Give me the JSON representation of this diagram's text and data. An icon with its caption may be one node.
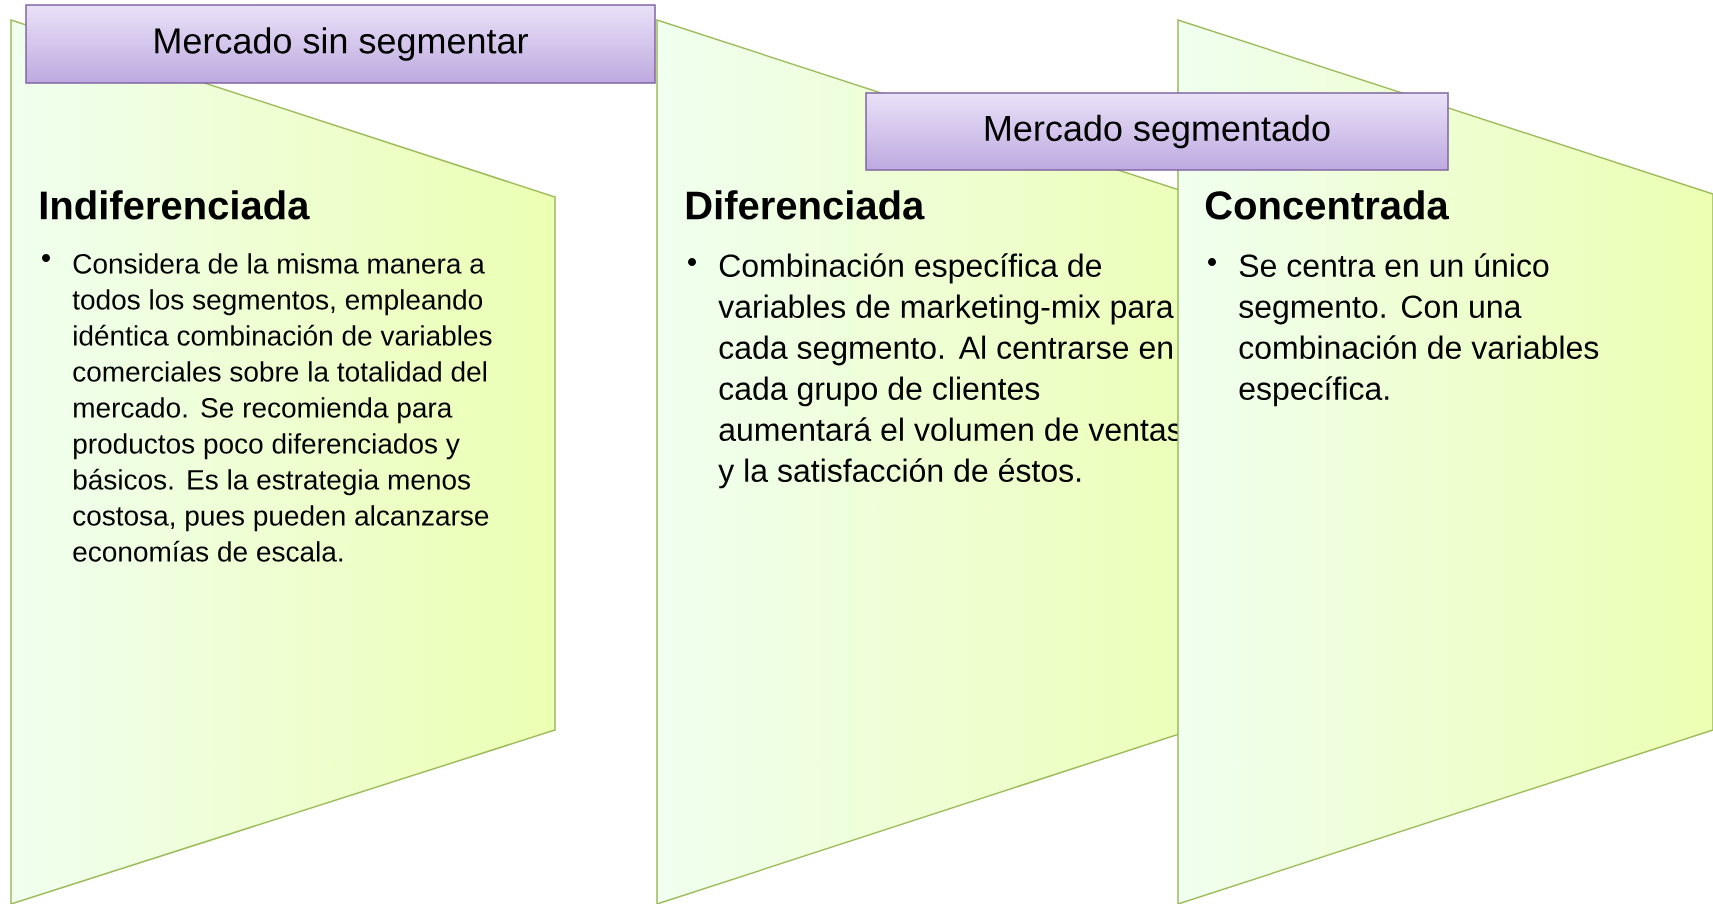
{
  "diagram": {
    "nodes": [
      {
        "text": [
          "Mercado sin segmentar"
        ]
      },
      {
        "text": [
          "Mercado segmentado"
        ]
      },
      {
        "text": [
          "Indiferenciada",
          "Considera de la misma manera a todos los segmentos, empleando idéntica combinación de variables comerciales sobre la totalidad del mercado. Se recomienda para productos poco diferenciados y básicos. Es la estrategia menos costosa, pues pueden alcanzarse economías de escala."
        ]
      },
      {
        "text": [
          "Diferenciada",
          "Combinación específica de variables de marketing-mix para cada segmento. Al centrarse en cada grupo de clientes aumentará el volumen de ventas y la satisfacción de éstos."
        ]
      },
      {
        "text": [
          "Concentrada",
          "Se centra en un único segmento. Con una combinación de variables específica."
        ]
      }
    ]
  }
}
